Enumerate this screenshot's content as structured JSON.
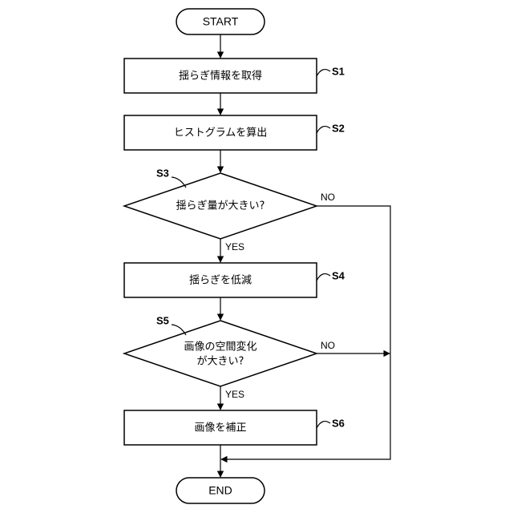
{
  "nodes": {
    "start": "START",
    "s1": "揺らぎ情報を取得",
    "s2": "ヒストグラムを算出",
    "s3": "揺らぎ量が大きい?",
    "s4": "揺らぎを低減",
    "s5_line1": "画像の空間変化",
    "s5_line2": "が大きい?",
    "s6": "画像を補正",
    "end": "END"
  },
  "step_labels": {
    "s1": "S1",
    "s2": "S2",
    "s3": "S3",
    "s4": "S4",
    "s5": "S5",
    "s6": "S6"
  },
  "branches": {
    "s3_no": "NO",
    "s3_yes": "YES",
    "s5_no": "NO",
    "s5_yes": "YES"
  }
}
